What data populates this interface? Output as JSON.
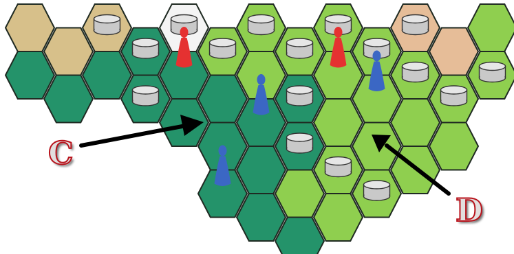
{
  "colors": {
    "dark_green": "#24936a",
    "light_green": "#8fcf4f",
    "tan": "#d7c08a",
    "peach": "#e6bd98",
    "white": "#f4f4f4",
    "outline": "#1f2a22",
    "cylinder": "#c9c9c9",
    "red_pawn": "#e53131",
    "blue_pawn": "#3b67c4",
    "arrow": "#000000",
    "label_stroke": "#b8111a"
  },
  "labels": {
    "c": "C",
    "d": "D"
  },
  "board": {
    "hexes": [
      {
        "col": 0,
        "row": 0,
        "t": "tan"
      },
      {
        "col": 2,
        "row": 0,
        "t": "tan"
      },
      {
        "col": 4,
        "row": 0,
        "t": "white"
      },
      {
        "col": 6,
        "row": 0,
        "t": "light"
      },
      {
        "col": 8,
        "row": 0,
        "t": "light"
      },
      {
        "col": 10,
        "row": 0,
        "t": "peach"
      },
      {
        "col": 12,
        "row": 0,
        "t": "light"
      },
      {
        "col": 1,
        "row": 1,
        "t": "tan"
      },
      {
        "col": 3,
        "row": 1,
        "t": "dark"
      },
      {
        "col": 5,
        "row": 1,
        "t": "light"
      },
      {
        "col": 7,
        "row": 1,
        "t": "light"
      },
      {
        "col": 9,
        "row": 1,
        "t": "light"
      },
      {
        "col": 11,
        "row": 1,
        "t": "peach"
      },
      {
        "col": 0,
        "row": 2,
        "t": "dark"
      },
      {
        "col": 2,
        "row": 2,
        "t": "dark"
      },
      {
        "col": 4,
        "row": 2,
        "t": "dark"
      },
      {
        "col": 6,
        "row": 2,
        "t": "light"
      },
      {
        "col": 8,
        "row": 2,
        "t": "light"
      },
      {
        "col": 10,
        "row": 2,
        "t": "light"
      },
      {
        "col": 12,
        "row": 2,
        "t": "light"
      },
      {
        "col": 1,
        "row": 3,
        "t": "dark"
      },
      {
        "col": 3,
        "row": 3,
        "t": "dark"
      },
      {
        "col": 5,
        "row": 3,
        "t": "dark"
      },
      {
        "col": 7,
        "row": 3,
        "t": "dark"
      },
      {
        "col": 9,
        "row": 3,
        "t": "light"
      },
      {
        "col": 11,
        "row": 3,
        "t": "light"
      },
      {
        "col": 4,
        "row": 4,
        "t": "dark"
      },
      {
        "col": 6,
        "row": 4,
        "t": "dark"
      },
      {
        "col": 8,
        "row": 4,
        "t": "light"
      },
      {
        "col": 10,
        "row": 4,
        "t": "light"
      },
      {
        "col": 5,
        "row": 5,
        "t": "dark"
      },
      {
        "col": 7,
        "row": 5,
        "t": "dark"
      },
      {
        "col": 9,
        "row": 5,
        "t": "light"
      },
      {
        "col": 11,
        "row": 5,
        "t": "light"
      },
      {
        "col": 6,
        "row": 6,
        "t": "dark"
      },
      {
        "col": 8,
        "row": 6,
        "t": "light"
      },
      {
        "col": 10,
        "row": 6,
        "t": "light"
      },
      {
        "col": 5,
        "row": 7,
        "t": "dark"
      },
      {
        "col": 7,
        "row": 7,
        "t": "light"
      },
      {
        "col": 9,
        "row": 7,
        "t": "light"
      },
      {
        "col": 6,
        "row": 8,
        "t": "dark"
      },
      {
        "col": 8,
        "row": 8,
        "t": "light"
      },
      {
        "col": 7,
        "row": 9,
        "t": "dark"
      }
    ],
    "cylinders": [
      {
        "col": 2,
        "row": 0
      },
      {
        "col": 4,
        "row": 0
      },
      {
        "col": 6,
        "row": 0
      },
      {
        "col": 8,
        "row": 0
      },
      {
        "col": 10,
        "row": 0
      },
      {
        "col": 3,
        "row": 1
      },
      {
        "col": 5,
        "row": 1
      },
      {
        "col": 7,
        "row": 1
      },
      {
        "col": 9,
        "row": 1
      },
      {
        "col": 3,
        "row": 3
      },
      {
        "col": 10,
        "row": 2
      },
      {
        "col": 12,
        "row": 2
      },
      {
        "col": 7,
        "row": 3
      },
      {
        "col": 11,
        "row": 3
      },
      {
        "col": 7,
        "row": 5
      },
      {
        "col": 8,
        "row": 6
      },
      {
        "col": 9,
        "row": 7
      }
    ],
    "pawns": [
      {
        "color": "red",
        "col": 4,
        "row": 1
      },
      {
        "color": "red",
        "col": 8,
        "row": 1
      },
      {
        "color": "blue",
        "col": 9,
        "row": 2
      },
      {
        "color": "blue",
        "col": 6,
        "row": 3
      },
      {
        "color": "blue",
        "col": 5,
        "row": 6
      }
    ]
  }
}
